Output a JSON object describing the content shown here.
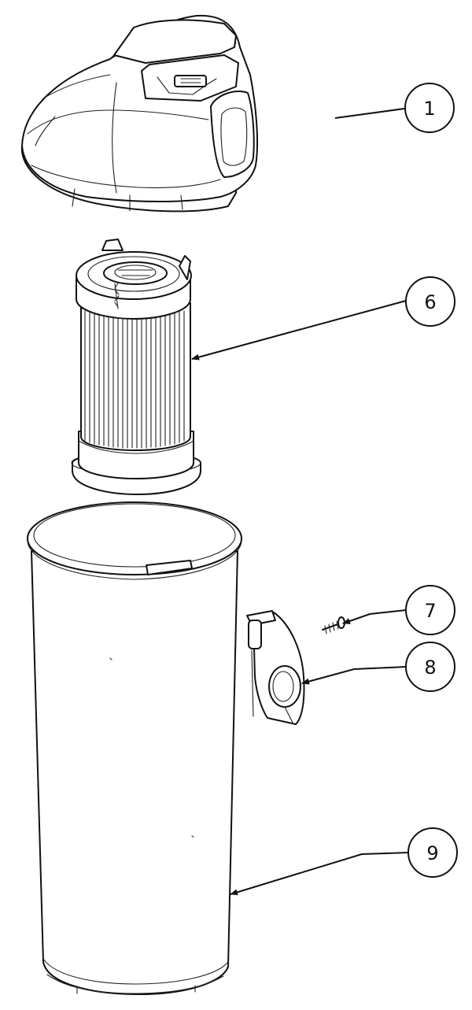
{
  "diagram": {
    "type": "exploded-parts-view",
    "callouts": [
      {
        "id": "c1",
        "label": "1",
        "part": "lid"
      },
      {
        "id": "c6",
        "label": "6",
        "part": "filter"
      },
      {
        "id": "c7",
        "label": "7",
        "part": "screw"
      },
      {
        "id": "c8",
        "label": "8",
        "part": "latch-bracket"
      },
      {
        "id": "c9",
        "label": "9",
        "part": "dust-cup"
      }
    ],
    "colors": {
      "line": "#111111",
      "background": "#ffffff"
    }
  }
}
